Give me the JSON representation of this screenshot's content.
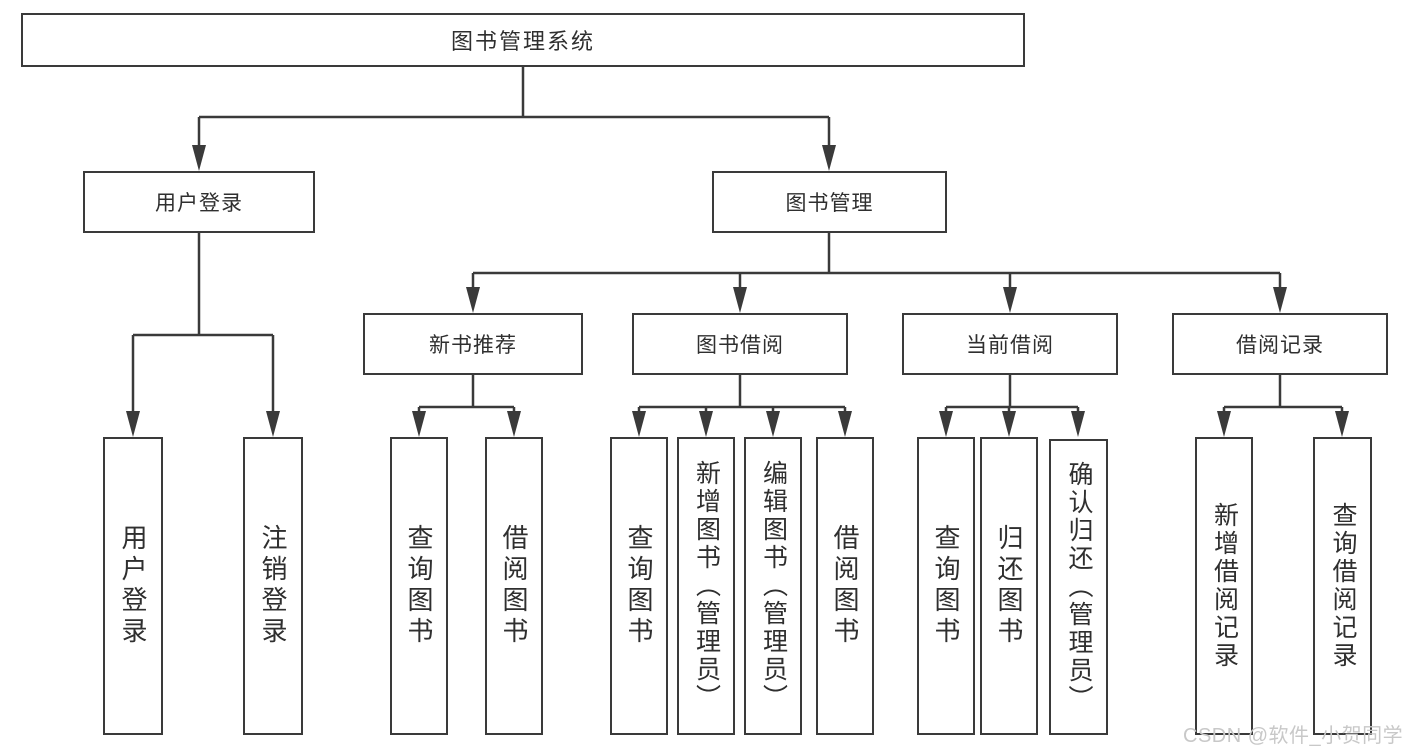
{
  "tree": {
    "root": "图书管理系统",
    "branches": [
      {
        "label": "用户登录",
        "leaves": [
          "用户登录",
          "注销登录"
        ]
      },
      {
        "label": "图书管理",
        "sections": [
          {
            "label": "新书推荐",
            "leaves": [
              "查询图书",
              "借阅图书"
            ]
          },
          {
            "label": "图书借阅",
            "leaves": [
              "查询图书",
              "新增图书（管理员）",
              "编辑图书（管理员）",
              "借阅图书"
            ]
          },
          {
            "label": "当前借阅",
            "leaves": [
              "查询图书",
              "归还图书",
              "确认归还（管理员）"
            ]
          },
          {
            "label": "借阅记录",
            "leaves": [
              "新增借阅记录",
              "查询借阅记录"
            ]
          }
        ]
      }
    ]
  },
  "watermark": "CSDN @软件_小贺同学",
  "colors": {
    "line": "#3a3a3a",
    "text": "#2f2f2f",
    "watermark": "#c8c8c8",
    "background": "#ffffff"
  }
}
